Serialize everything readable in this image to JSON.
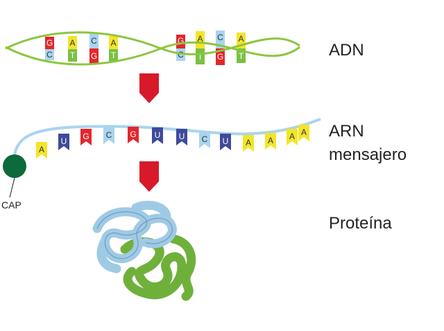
{
  "labels": {
    "dna": "ADN",
    "mrna_line1": "ARN",
    "mrna_line2": "mensajero",
    "cap": "CAP",
    "protein": "Proteína"
  },
  "dna": {
    "helix1_top": [
      "G",
      "A",
      "C",
      "A"
    ],
    "helix1_bottom": [
      "C",
      "T",
      "G",
      "T"
    ],
    "helix2_top": [
      "G",
      "A",
      "C",
      "A"
    ],
    "helix2_bottom": [
      "C",
      "T",
      "G",
      "T"
    ]
  },
  "mrna": {
    "bases": [
      "A",
      "U",
      "G",
      "C",
      "G",
      "U",
      "U",
      "C",
      "U",
      "A",
      "A",
      "A",
      "A"
    ]
  },
  "colors": {
    "A": "#f2e52a",
    "T": "#7ac143",
    "G": "#e2272d",
    "C": "#a9d4ee",
    "U": "#3f4a9b",
    "backbone_dna": "#8cc63f",
    "backbone_rna": "#a9d4ee",
    "arrow": "#d7192b",
    "cap": "#0b6b3a",
    "protein_blue": "#9fcae6",
    "protein_green": "#6fb03a"
  }
}
